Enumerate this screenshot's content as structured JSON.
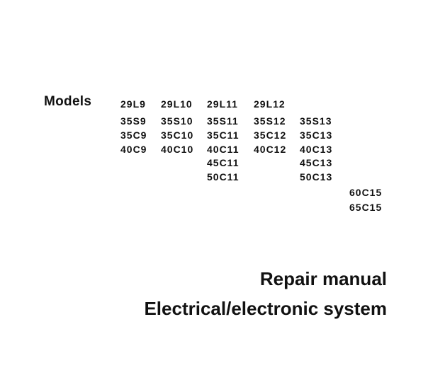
{
  "models_label": "Models",
  "models": {
    "col1": [
      "29L9",
      "35S9",
      "35C9",
      "40C9"
    ],
    "col2": [
      "29L10",
      "35S10",
      "35C10",
      "40C10"
    ],
    "col3": [
      "29L11",
      "35S11",
      "35C11",
      "40C11",
      "45C11",
      "50C11"
    ],
    "col4": [
      "29L12",
      "35S12",
      "35C12",
      "40C12"
    ],
    "col5": [
      "35S13",
      "35C13",
      "40C13",
      "45C13",
      "50C13"
    ],
    "col6": [
      "60C15",
      "65C15"
    ]
  },
  "title": {
    "line1": "Repair manual",
    "line2": "Electrical/electronic system"
  }
}
